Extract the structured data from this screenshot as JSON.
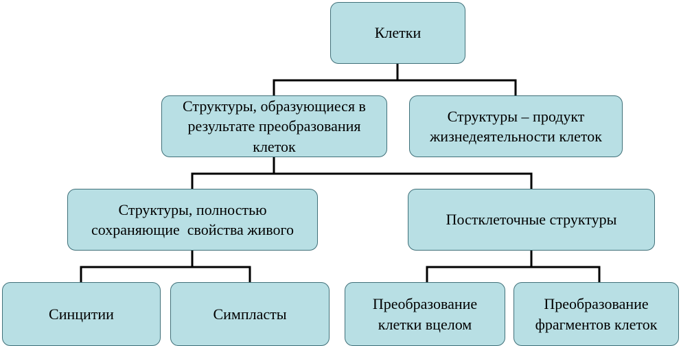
{
  "diagram": {
    "root": {
      "label": "Клетки"
    },
    "level1": {
      "formed": {
        "line1": "Структуры, образующиеся в",
        "line2": "результате преобразования",
        "line3": "клеток"
      },
      "product": {
        "line1": "Структуры – продукт",
        "line2": "жизнедеятельности клеток"
      }
    },
    "level2": {
      "living": {
        "line1": "Структуры, полностью",
        "line2": "сохраняющие  свойства живого"
      },
      "post": {
        "label": "Постклеточные структуры"
      }
    },
    "level3": {
      "syncytia": {
        "label": "Синцитии"
      },
      "symplasts": {
        "label": "Симпласты"
      },
      "whole": {
        "line1": "Преобразование",
        "line2": "клетки вцелом"
      },
      "fragments": {
        "line1": "Преобразование",
        "line2": "фрагментов клеток"
      }
    }
  },
  "colors": {
    "node_fill": "#b8dfe4",
    "node_border": "#3f6f78",
    "connector": "#000000"
  }
}
